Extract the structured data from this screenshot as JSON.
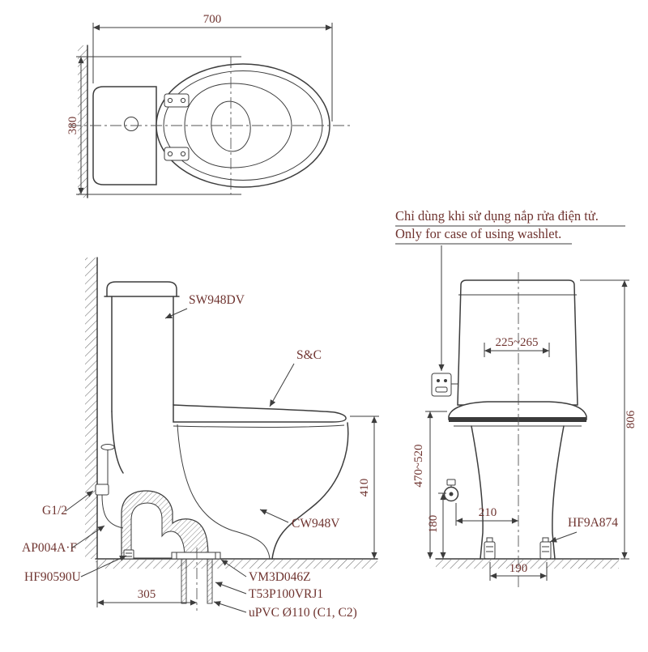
{
  "meta": {
    "title": "Two-piece toilet installation drawing"
  },
  "colors": {
    "line": "#3d3d3d",
    "text": "#6f3430",
    "paper": "#ffffff"
  },
  "top_view": {
    "dims": {
      "width": "700",
      "depth": "380"
    }
  },
  "side_view": {
    "parts": {
      "tank": "SW948DV",
      "seat_cover": "S&C",
      "bowl": "CW948V",
      "supply": "G1/2",
      "stop_valve": "AP004A·F",
      "fixing_kit": "HF90590U",
      "flange": "VM3D046Z",
      "joint": "T53P100VRJ1",
      "pipe": "uPVC Ø110 (C1, C2)"
    },
    "dims": {
      "rim_height": "410",
      "drain_offset": "305"
    }
  },
  "front_view": {
    "note": {
      "line1": "Chỉ dùng khi sử dụng nắp rửa điện tử.",
      "line2": "Only for case of using washlet."
    },
    "parts": {
      "fixing_bolt": "HF9A874"
    },
    "dims": {
      "washlet_supply_range": "225~265",
      "total_height": "806",
      "washlet_height_range": "470~520",
      "supply_height": "180",
      "supply_to_center": "210",
      "bolt_spacing": "190"
    }
  }
}
